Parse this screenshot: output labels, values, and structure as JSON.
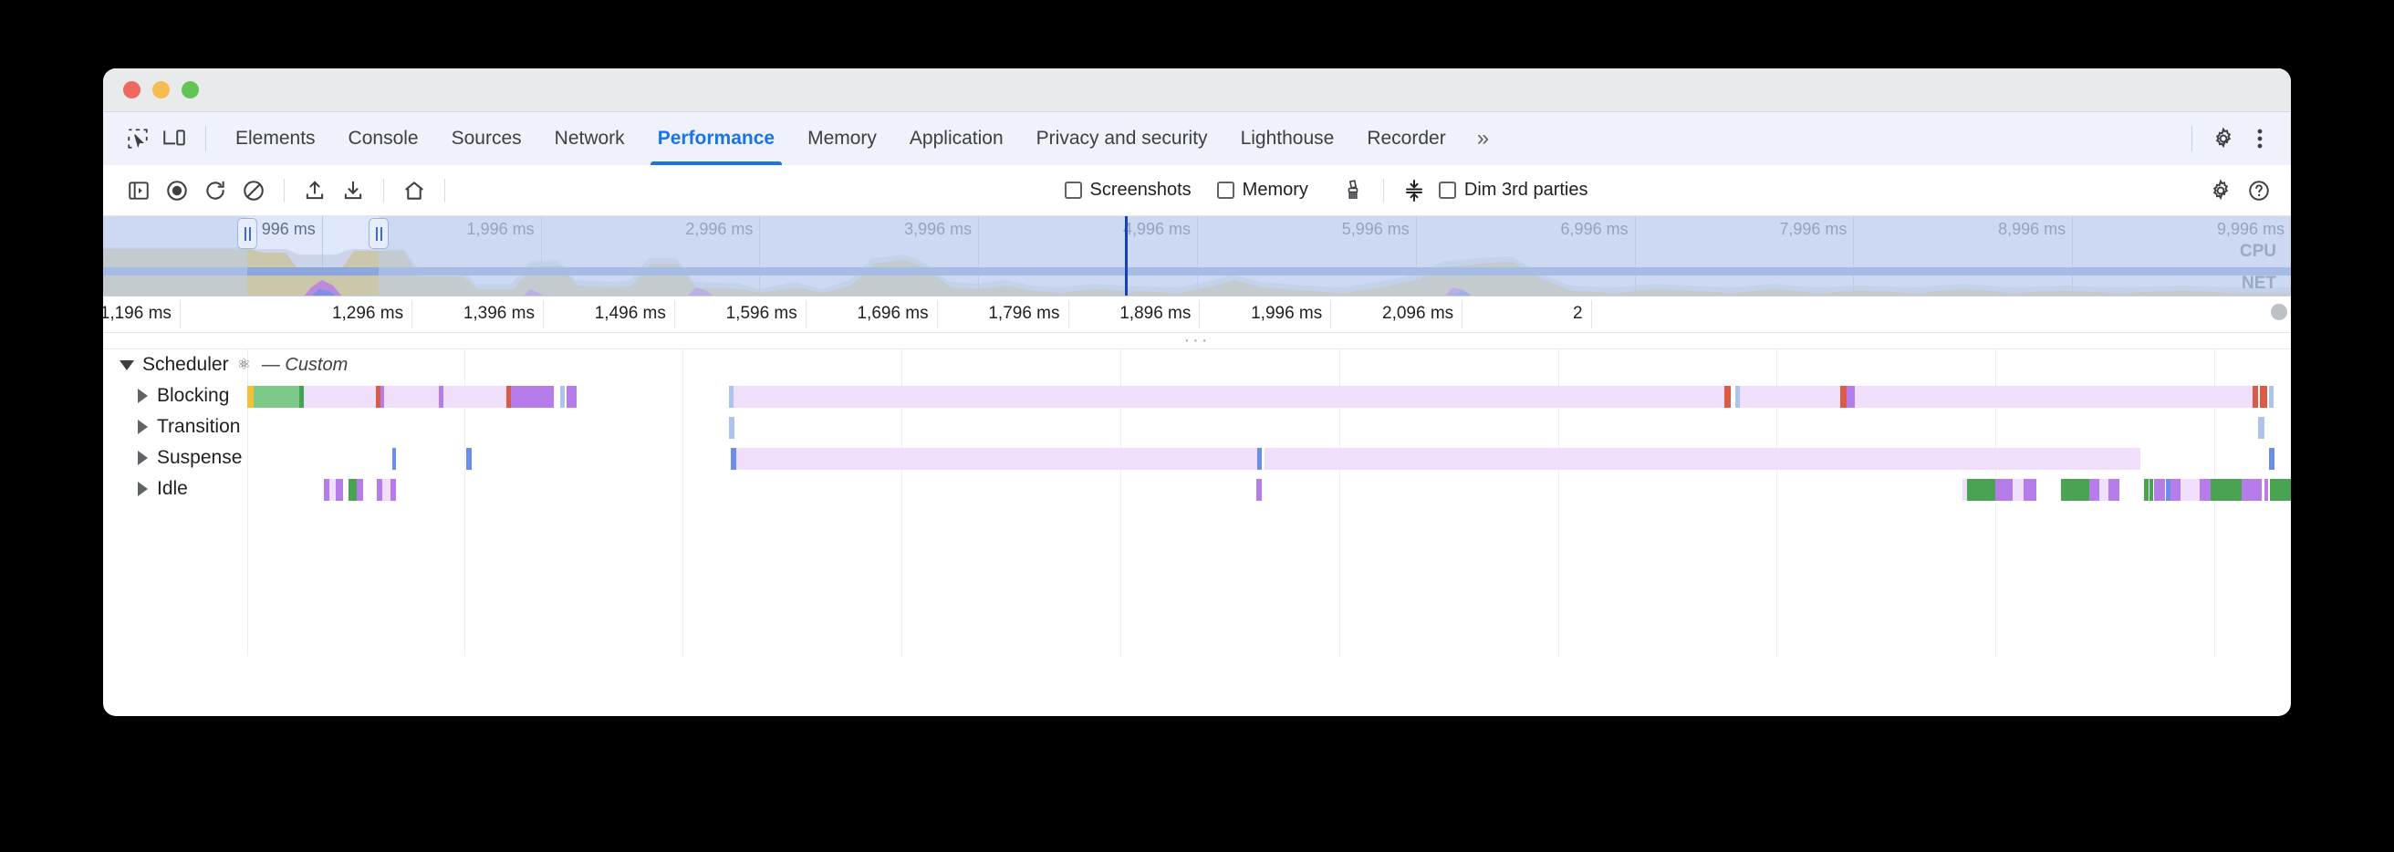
{
  "window": {
    "traffic_lights": [
      "close",
      "minimize",
      "maximize"
    ]
  },
  "tabbar": {
    "left_icons": [
      {
        "name": "inspect-element-icon"
      },
      {
        "name": "device-toolbar-icon"
      }
    ],
    "tabs": [
      {
        "label": "Elements",
        "active": false
      },
      {
        "label": "Console",
        "active": false
      },
      {
        "label": "Sources",
        "active": false
      },
      {
        "label": "Network",
        "active": false
      },
      {
        "label": "Performance",
        "active": true
      },
      {
        "label": "Memory",
        "active": false
      },
      {
        "label": "Application",
        "active": false
      },
      {
        "label": "Privacy and security",
        "active": false
      },
      {
        "label": "Lighthouse",
        "active": false
      },
      {
        "label": "Recorder",
        "active": false
      }
    ],
    "more_tabs_label": "»",
    "right_icons": [
      {
        "name": "settings-gear-icon"
      },
      {
        "name": "more-options-icon"
      }
    ],
    "active_color": "#1a73e8"
  },
  "perfbar": {
    "icons": [
      {
        "name": "toggle-sidebar-icon"
      },
      {
        "name": "record-icon"
      },
      {
        "name": "reload-and-record-icon"
      },
      {
        "name": "clear-icon"
      },
      {
        "name": "load-profile-icon"
      },
      {
        "name": "save-profile-icon"
      },
      {
        "name": "home-icon"
      }
    ],
    "checkboxes": [
      {
        "label": "Screenshots",
        "checked": false
      },
      {
        "label": "Memory",
        "checked": false
      }
    ],
    "gc_icon": "collect-garbage-icon",
    "collapse_icon": "collapse-tracks-icon",
    "dim_checkbox": {
      "label": "Dim 3rd parties",
      "checked": false
    },
    "right_icons": [
      {
        "name": "capture-settings-icon"
      },
      {
        "name": "help-icon"
      }
    ]
  },
  "overview": {
    "ticks": [
      {
        "label": "996 ms",
        "pct": 10.0
      },
      {
        "label": "1,996 ms",
        "pct": 20.0
      },
      {
        "label": "2,996 ms",
        "pct": 30.0
      },
      {
        "label": "3,996 ms",
        "pct": 40.0
      },
      {
        "label": "4,996 ms",
        "pct": 50.0
      },
      {
        "label": "5,996 ms",
        "pct": 60.0
      },
      {
        "label": "6,996 ms",
        "pct": 70.0
      },
      {
        "label": "7,996 ms",
        "pct": 80.0
      },
      {
        "label": "8,996 ms",
        "pct": 90.0
      },
      {
        "label": "9,996 ms",
        "pct": 100.0
      }
    ],
    "selection": {
      "start_pct": 6.6,
      "end_pct": 12.6
    },
    "playhead_pct": 46.7,
    "cpu_label": "CPU",
    "net_label": "NET"
  },
  "zoom_ruler": {
    "ticks": [
      {
        "label": "1,196 ms",
        "pct": 3.5
      },
      {
        "label": "1,296 ms",
        "pct": 14.1
      },
      {
        "label": "1,396 ms",
        "pct": 20.1
      },
      {
        "label": "1,496 ms",
        "pct": 26.1
      },
      {
        "label": "1,596 ms",
        "pct": 32.1
      },
      {
        "label": "1,696 ms",
        "pct": 38.1
      },
      {
        "label": "1,796 ms",
        "pct": 44.1
      },
      {
        "label": "1,896 ms",
        "pct": 50.1
      },
      {
        "label": "1,996 ms",
        "pct": 56.1
      },
      {
        "label": "2,096 ms",
        "pct": 62.1
      },
      {
        "label": "2",
        "pct": 68.0
      }
    ],
    "ellipsis": "···"
  },
  "flame_chart": {
    "group": {
      "title": "Scheduler",
      "atom_icon": "react-atom-icon",
      "subtitle": "— Custom",
      "expanded": true
    },
    "tracks": [
      {
        "name": "Blocking",
        "expanded": false
      },
      {
        "name": "Transition",
        "expanded": false
      },
      {
        "name": "Suspense",
        "expanded": false
      },
      {
        "name": "Idle",
        "expanded": false
      }
    ],
    "colors": {
      "lavender": "#efdffa",
      "purple": "#b57cea",
      "green": "#7dc98a",
      "dark_green": "#4aa352",
      "red": "#dd5b45",
      "yellow": "#f2c13a",
      "blue": "#6b8fe8",
      "light_blue": "#aec4ef"
    },
    "segments": {
      "Blocking": [
        {
          "x": 6.6,
          "w": 0.28,
          "c": "yellow"
        },
        {
          "x": 6.88,
          "w": 2.1,
          "c": "green"
        },
        {
          "x": 8.98,
          "w": 0.18,
          "c": "dark_green"
        },
        {
          "x": 9.16,
          "w": 3.3,
          "c": "lavender"
        },
        {
          "x": 12.46,
          "w": 0.2,
          "c": "red"
        },
        {
          "x": 12.66,
          "w": 0.2,
          "c": "purple"
        },
        {
          "x": 12.86,
          "w": 2.5,
          "c": "lavender"
        },
        {
          "x": 15.36,
          "w": 0.18,
          "c": "purple"
        },
        {
          "x": 15.54,
          "w": 2.9,
          "c": "lavender"
        },
        {
          "x": 18.44,
          "w": 0.22,
          "c": "red"
        },
        {
          "x": 18.66,
          "w": 0.25,
          "c": "purple"
        },
        {
          "x": 18.91,
          "w": 1.7,
          "c": "purple"
        },
        {
          "x": 20.9,
          "w": 0.2,
          "c": "light_blue"
        },
        {
          "x": 21.2,
          "w": 0.45,
          "c": "purple"
        },
        {
          "x": 28.6,
          "w": 0.2,
          "c": "light_blue"
        },
        {
          "x": 28.8,
          "w": 45.3,
          "c": "lavender"
        },
        {
          "x": 74.1,
          "w": 0.3,
          "c": "red"
        },
        {
          "x": 74.6,
          "w": 0.2,
          "c": "light_blue"
        },
        {
          "x": 74.8,
          "w": 4.6,
          "c": "lavender"
        },
        {
          "x": 79.4,
          "w": 0.3,
          "c": "red"
        },
        {
          "x": 79.7,
          "w": 0.35,
          "c": "purple"
        },
        {
          "x": 80.05,
          "w": 18.2,
          "c": "lavender"
        },
        {
          "x": 98.25,
          "w": 0.25,
          "c": "red"
        },
        {
          "x": 98.6,
          "w": 0.3,
          "c": "red"
        },
        {
          "x": 99.0,
          "w": 0.2,
          "c": "light_blue"
        },
        {
          "x": 102.3,
          "w": 0.2,
          "c": "light_blue"
        }
      ],
      "Transition": [
        {
          "x": 28.6,
          "w": 0.25,
          "c": "light_blue"
        },
        {
          "x": 98.5,
          "w": 0.3,
          "c": "light_blue"
        },
        {
          "x": 101.6,
          "w": 0.4,
          "c": "light_blue"
        }
      ],
      "Suspense": [
        {
          "x": 13.2,
          "w": 0.2,
          "c": "blue"
        },
        {
          "x": 16.6,
          "w": 0.25,
          "c": "blue"
        },
        {
          "x": 28.7,
          "w": 0.25,
          "c": "blue"
        },
        {
          "x": 28.95,
          "w": 23.8,
          "c": "lavender"
        },
        {
          "x": 52.75,
          "w": 0.2,
          "c": "blue"
        },
        {
          "x": 53.1,
          "w": 40.0,
          "c": "lavender"
        },
        {
          "x": 99.0,
          "w": 0.25,
          "c": "blue"
        }
      ],
      "Idle": [
        {
          "x": 10.1,
          "w": 0.25,
          "c": "purple"
        },
        {
          "x": 10.35,
          "w": 0.3,
          "c": "lavender"
        },
        {
          "x": 10.65,
          "w": 0.3,
          "c": "purple"
        },
        {
          "x": 11.2,
          "w": 0.4,
          "c": "dark_green"
        },
        {
          "x": 11.6,
          "w": 0.3,
          "c": "purple"
        },
        {
          "x": 12.5,
          "w": 0.25,
          "c": "purple"
        },
        {
          "x": 12.75,
          "w": 0.4,
          "c": "lavender"
        },
        {
          "x": 13.15,
          "w": 0.25,
          "c": "purple"
        },
        {
          "x": 52.7,
          "w": 0.25,
          "c": "purple"
        },
        {
          "x": 85.0,
          "w": 0.2,
          "c": "lavender"
        },
        {
          "x": 85.2,
          "w": 1.3,
          "c": "dark_green"
        },
        {
          "x": 86.5,
          "w": 0.8,
          "c": "purple"
        },
        {
          "x": 87.3,
          "w": 0.5,
          "c": "lavender"
        },
        {
          "x": 87.8,
          "w": 0.55,
          "c": "purple"
        },
        {
          "x": 89.5,
          "w": 1.3,
          "c": "dark_green"
        },
        {
          "x": 90.8,
          "w": 0.45,
          "c": "purple"
        },
        {
          "x": 91.25,
          "w": 0.4,
          "c": "lavender"
        },
        {
          "x": 91.65,
          "w": 0.5,
          "c": "purple"
        },
        {
          "x": 93.3,
          "w": 0.2,
          "c": "dark_green"
        },
        {
          "x": 93.55,
          "w": 0.15,
          "c": "dark_green"
        },
        {
          "x": 93.75,
          "w": 0.5,
          "c": "purple"
        },
        {
          "x": 94.3,
          "w": 0.2,
          "c": "blue"
        },
        {
          "x": 94.5,
          "w": 0.45,
          "c": "purple"
        },
        {
          "x": 94.95,
          "w": 0.9,
          "c": "lavender"
        },
        {
          "x": 95.85,
          "w": 0.5,
          "c": "purple"
        },
        {
          "x": 96.35,
          "w": 1.4,
          "c": "dark_green"
        },
        {
          "x": 97.75,
          "w": 0.9,
          "c": "purple"
        },
        {
          "x": 98.8,
          "w": 0.15,
          "c": "purple"
        },
        {
          "x": 99.05,
          "w": 2.0,
          "c": "dark_green"
        },
        {
          "x": 101.2,
          "w": 0.55,
          "c": "lavender"
        },
        {
          "x": 101.75,
          "w": 0.9,
          "c": "purple"
        },
        {
          "x": 103.1,
          "w": 0.25,
          "c": "dark_green"
        },
        {
          "x": 103.4,
          "w": 0.35,
          "c": "lavender"
        },
        {
          "x": 103.8,
          "w": 0.3,
          "c": "purple"
        },
        {
          "x": 104.2,
          "w": 0.2,
          "c": "dark_green"
        },
        {
          "x": 104.45,
          "w": 0.15,
          "c": "blue"
        }
      ]
    }
  }
}
